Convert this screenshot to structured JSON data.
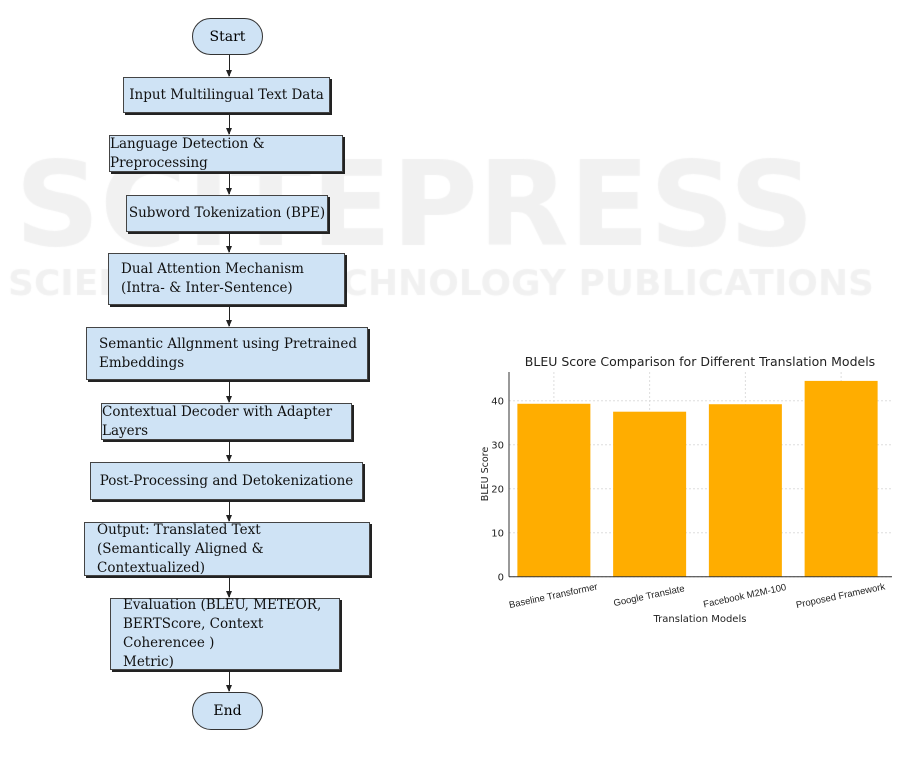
{
  "watermark": {
    "line1": "SCITEPRESS",
    "line2": "SCIENCE AND TECHNOLOGY PUBLICATIONS"
  },
  "flowchart": {
    "start": "Start",
    "steps": [
      [
        "Input Multilingual Text Data"
      ],
      [
        "Language Detection & Preprocessing"
      ],
      [
        "Subword Tokenization (BPE)"
      ],
      [
        "Dual Attention Mechanism",
        "(Intra- & Inter-Sentence)"
      ],
      [
        "Semantic Allgnment using Pretrained",
        "Embeddings"
      ],
      [
        "Contextual Decoder with Adapter Layers"
      ],
      [
        "Post-Processing and Detokenizatione"
      ],
      [
        "Output: Translated Text",
        "(Semantically Aligned & Contextualized)"
      ],
      [
        "Evaluation (BLEU, METEOR,",
        "BERTScore, Context Coherencee )",
        "Metric)"
      ]
    ],
    "end": "End"
  },
  "chart_data": {
    "type": "bar",
    "title": "BLEU Score Comparison for Different Translation Models",
    "xlabel": "Translation Models",
    "ylabel": "BLEU Score",
    "categories": [
      "Baseline Transformer",
      "Google Translate",
      "Facebook M2M-100",
      "Proposed Framework"
    ],
    "values": [
      39.3,
      37.5,
      39.2,
      44.5
    ],
    "ylim": [
      0,
      46
    ],
    "yticks": [
      0,
      10,
      20,
      30,
      40
    ],
    "grid": true,
    "color": "#ffad00"
  }
}
